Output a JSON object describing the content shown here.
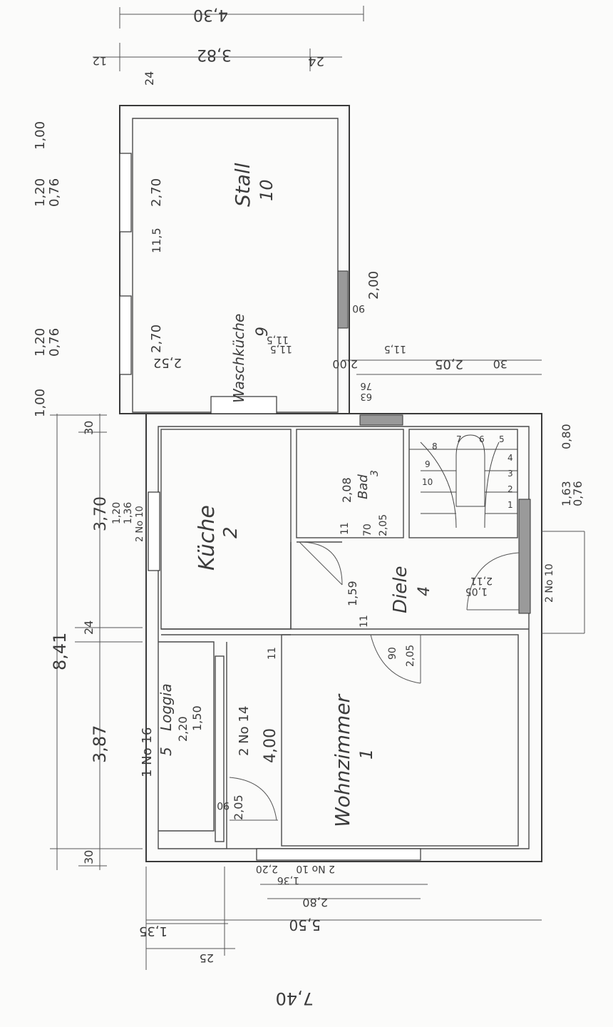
{
  "dimensions": {
    "top_total": "4,30",
    "top_wall_left": "12",
    "top_main": "3,82",
    "top_wall_right": "24",
    "top_corner": "24",
    "left_total": "8,41",
    "left_kuche": "3,70",
    "left_wohn": "3,87",
    "left_wall_top": "30",
    "left_wall_mid": "24",
    "left_wall_bottom": "30",
    "bottom_total": "7,40",
    "bottom_main": "5,50",
    "bottom_left": "1,35",
    "bottom_wall": "25",
    "bottom_window": "2,80",
    "right_upper_a": "30",
    "right_upper_b": "2,05",
    "right_upper_c": "11,5",
    "right_upper_d": "2,00",
    "right_upper_e": "11,5"
  },
  "window_notes": {
    "upper_left_a": "1,20",
    "upper_left_b": "0,76",
    "upper_left_c": "1,00",
    "mid_left_a": "1,20",
    "mid_left_b": "0,76",
    "mid_left_c": "1,00",
    "kuche_window_a": "1,20",
    "kuche_window_b": "1,36",
    "kuche_window_c": "2 No 10",
    "diele_window_a": "1,63",
    "diele_window_b": "0,80",
    "diele_window_c": "0,76",
    "wohn_window_a": "2 No 10",
    "wohn_window_b": "1,36",
    "wohn_window_c": "2,20",
    "stall_door": "2,00",
    "stall_door_w": "90"
  },
  "rooms": [
    {
      "name": "Stall",
      "number": "10",
      "d1": "2,70",
      "d2": "11,5",
      "d3": "2,70"
    },
    {
      "name": "Waschküche",
      "number": "9",
      "d1": "2,52",
      "d2": "11,5"
    },
    {
      "name": "Küche",
      "number": "2"
    },
    {
      "name": "Bad",
      "number": "3",
      "d1": "2,08",
      "d2": "11",
      "d3": "70",
      "d4": "2,05"
    },
    {
      "name": "Diele",
      "number": "4",
      "d1": "1,59",
      "d2": "11",
      "d3": "90",
      "d4": "2,05",
      "door_a": "2,11",
      "door_b": "1,05",
      "door_c": "2 No 10"
    },
    {
      "name": "Loggia",
      "number": "5",
      "d1": "2,20",
      "d2": "1,50",
      "d3": "1 No 16",
      "d4": "2 No 14"
    },
    {
      "name": "Wohnzimmer",
      "number": "1",
      "d1": "4,00",
      "d2": "11",
      "d3": "2,05",
      "d4": "90"
    }
  ],
  "stair": {
    "steps": [
      "1",
      "2",
      "3",
      "4",
      "5",
      "6",
      "7",
      "8",
      "9",
      "10"
    ],
    "vent_63": "63",
    "vent_76": "76"
  }
}
